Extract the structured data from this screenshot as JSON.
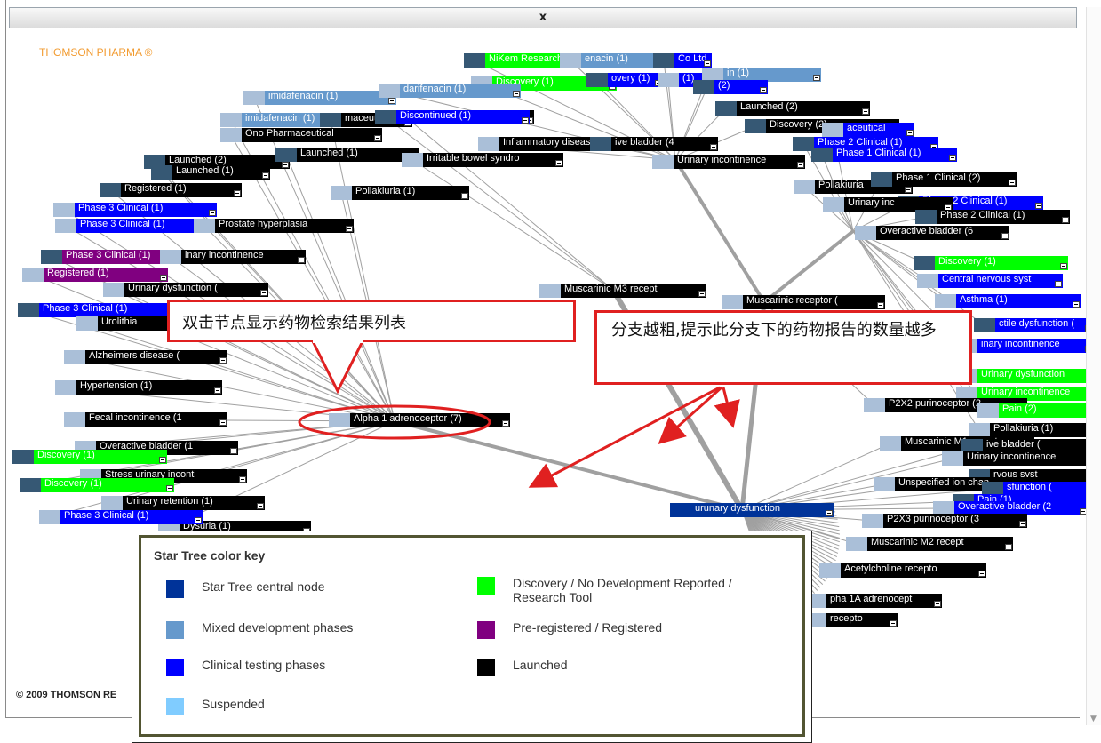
{
  "window": {
    "close_label": "x"
  },
  "brand": "THOMSON PHARMA ®",
  "copyright": "© 2009 THOMSON RE",
  "central_node": {
    "label": "urunary dysfunction",
    "color": "#003399"
  },
  "colors": {
    "central": "#003399",
    "mixed": "#6699cc",
    "clinical": "#0000ff",
    "suspended": "#80ccff",
    "discovery": "#00ff00",
    "registered": "#800080",
    "launched": "#000000",
    "swatch_a": "#aabfd8",
    "swatch_b": "#365874",
    "callout_border": "#e02020",
    "key_border": "#525532"
  },
  "nodes": [
    {
      "label": "NiKem Research Srl (",
      "type": "discovery"
    },
    {
      "label": "enacin (1)",
      "type": "mixed"
    },
    {
      "label": "Co Ltd",
      "type": "clinical"
    },
    {
      "label": "Discovery (1)",
      "type": "discovery"
    },
    {
      "label": "overy (1)",
      "type": "clinical"
    },
    {
      "label": "(1)",
      "type": "clinical"
    },
    {
      "label": "in (1)",
      "type": "mixed"
    },
    {
      "label": "(2)",
      "type": "clinical"
    },
    {
      "label": "imidafenacin (1)",
      "type": "mixed"
    },
    {
      "label": "darifenacin (1)",
      "type": "mixed"
    },
    {
      "label": "Discontinued (1)",
      "type": "launched"
    },
    {
      "label": "imidafenacin (1)",
      "type": "mixed"
    },
    {
      "label": "maceutica",
      "type": "launched"
    },
    {
      "label": "Discontinued (1)",
      "type": "clinical"
    },
    {
      "label": "Launched (2)",
      "type": "launched"
    },
    {
      "label": "Discovery (2)",
      "type": "launched"
    },
    {
      "label": "aceutical",
      "type": "clinical"
    },
    {
      "label": "Ono Pharmaceutical",
      "type": "launched"
    },
    {
      "label": "Inflammatory disease",
      "type": "launched"
    },
    {
      "label": "ive bladder (4",
      "type": "launched"
    },
    {
      "label": "Phase 2 Clinical (1)",
      "type": "clinical"
    },
    {
      "label": "Phase 1 Clinical (1)",
      "type": "clinical"
    },
    {
      "label": "Launched (2)",
      "type": "launched"
    },
    {
      "label": "Launched (1)",
      "type": "launched"
    },
    {
      "label": "Irritable bowel syndro",
      "type": "launched"
    },
    {
      "label": "Urinary incontinence",
      "type": "launched"
    },
    {
      "label": "Launched (1)",
      "type": "launched"
    },
    {
      "label": "Registered (1)",
      "type": "launched"
    },
    {
      "label": "Pollakiuria (1)",
      "type": "launched"
    },
    {
      "label": "Pollakiuria",
      "type": "launched"
    },
    {
      "label": "Phase 1 Clinical (2)",
      "type": "launched"
    },
    {
      "label": "Phase 2 Clinical (1)",
      "type": "clinical"
    },
    {
      "label": "Urinary inc",
      "type": "launched"
    },
    {
      "label": "Phase 3 Clinical (1)",
      "type": "clinical"
    },
    {
      "label": "Phase 3 Clinical (1)",
      "type": "clinical"
    },
    {
      "label": "Prostate hyperplasia",
      "type": "launched"
    },
    {
      "label": "Phase 2 Clinical (1)",
      "type": "launched"
    },
    {
      "label": "Overactive bladder (6",
      "type": "launched"
    },
    {
      "label": "Phase 3 Clinical (1)",
      "type": "registered"
    },
    {
      "label": "inary incontinence",
      "type": "launched"
    },
    {
      "label": "Discovery (1)",
      "type": "discovery"
    },
    {
      "label": "Registered (1)",
      "type": "registered"
    },
    {
      "label": "Central nervous syst",
      "type": "clinical"
    },
    {
      "label": "Urinary dysfunction (",
      "type": "launched"
    },
    {
      "label": "Muscarinic M3 recept",
      "type": "launched"
    },
    {
      "label": "Muscarinic receptor (",
      "type": "launched"
    },
    {
      "label": "Asthma (1)",
      "type": "clinical"
    },
    {
      "label": "Phase 3 Clinical (1)",
      "type": "clinical"
    },
    {
      "label": "Urolithia",
      "type": "launched"
    },
    {
      "label": "ctile dysfunction (",
      "type": "clinical"
    },
    {
      "label": "inary incontinence",
      "type": "clinical"
    },
    {
      "label": "Alzheimers disease (",
      "type": "launched"
    },
    {
      "label": "Urinary dysfunction",
      "type": "discovery"
    },
    {
      "label": "Hypertension (1)",
      "type": "launched"
    },
    {
      "label": "Urinary incontinence",
      "type": "discovery"
    },
    {
      "label": "Alpha 1 adrenoceptor (7)",
      "type": "launched"
    },
    {
      "label": "P2X2 purinoceptor (2",
      "type": "launched"
    },
    {
      "label": "Pain (2)",
      "type": "discovery"
    },
    {
      "label": "Fecal incontinence (1",
      "type": "launched"
    },
    {
      "label": "Pollakiuria (1)",
      "type": "launched"
    },
    {
      "label": "Overactive bladder (1",
      "type": "launched"
    },
    {
      "label": "Muscarinic M1 recept",
      "type": "launched"
    },
    {
      "label": "ive bladder (",
      "type": "launched"
    },
    {
      "label": "Urinary incontinence",
      "type": "launched"
    },
    {
      "label": "Stress urinary inconti",
      "type": "launched"
    },
    {
      "label": "rvous syst",
      "type": "launched"
    },
    {
      "label": "Unspecified ion chan",
      "type": "launched"
    },
    {
      "label": "sfunction (",
      "type": "clinical"
    },
    {
      "label": "Urinary retention (1)",
      "type": "launched"
    },
    {
      "label": "Pain (1)",
      "type": "clinical"
    },
    {
      "label": "Overactive bladder (2",
      "type": "clinical"
    },
    {
      "label": "Dysuria (1)",
      "type": "launched"
    },
    {
      "label": "P2X3 purinoceptor (3",
      "type": "launched"
    },
    {
      "label": "Muscarinic M2 recept",
      "type": "launched"
    },
    {
      "label": "Acetylcholine recepto",
      "type": "launched"
    },
    {
      "label": "pha 1A adrenocept",
      "type": "launched"
    },
    {
      "label": "recepto",
      "type": "launched"
    },
    {
      "label": "Discovery (1)",
      "type": "discovery"
    },
    {
      "label": "Discovery (1)",
      "type": "discovery"
    },
    {
      "label": "Phase 3 Clinical (1)",
      "type": "clinical"
    }
  ],
  "callouts": {
    "left": "双击节点显示药物检索结果列表",
    "right": "分支越粗,提示此分支下的药物报告的数量越多"
  },
  "color_key": {
    "title": "Star Tree color key",
    "items": [
      {
        "label": "Star Tree central node",
        "color": "#003399"
      },
      {
        "label": "Mixed development phases",
        "color": "#6699cc"
      },
      {
        "label": "Clinical testing phases",
        "color": "#0000ff"
      },
      {
        "label": "Suspended",
        "color": "#80ccff"
      },
      {
        "label": "Discovery / No Development Reported / Research Tool",
        "color": "#00ff00"
      },
      {
        "label": "Pre-registered / Registered",
        "color": "#800080"
      },
      {
        "label": "Launched",
        "color": "#000000"
      }
    ]
  }
}
